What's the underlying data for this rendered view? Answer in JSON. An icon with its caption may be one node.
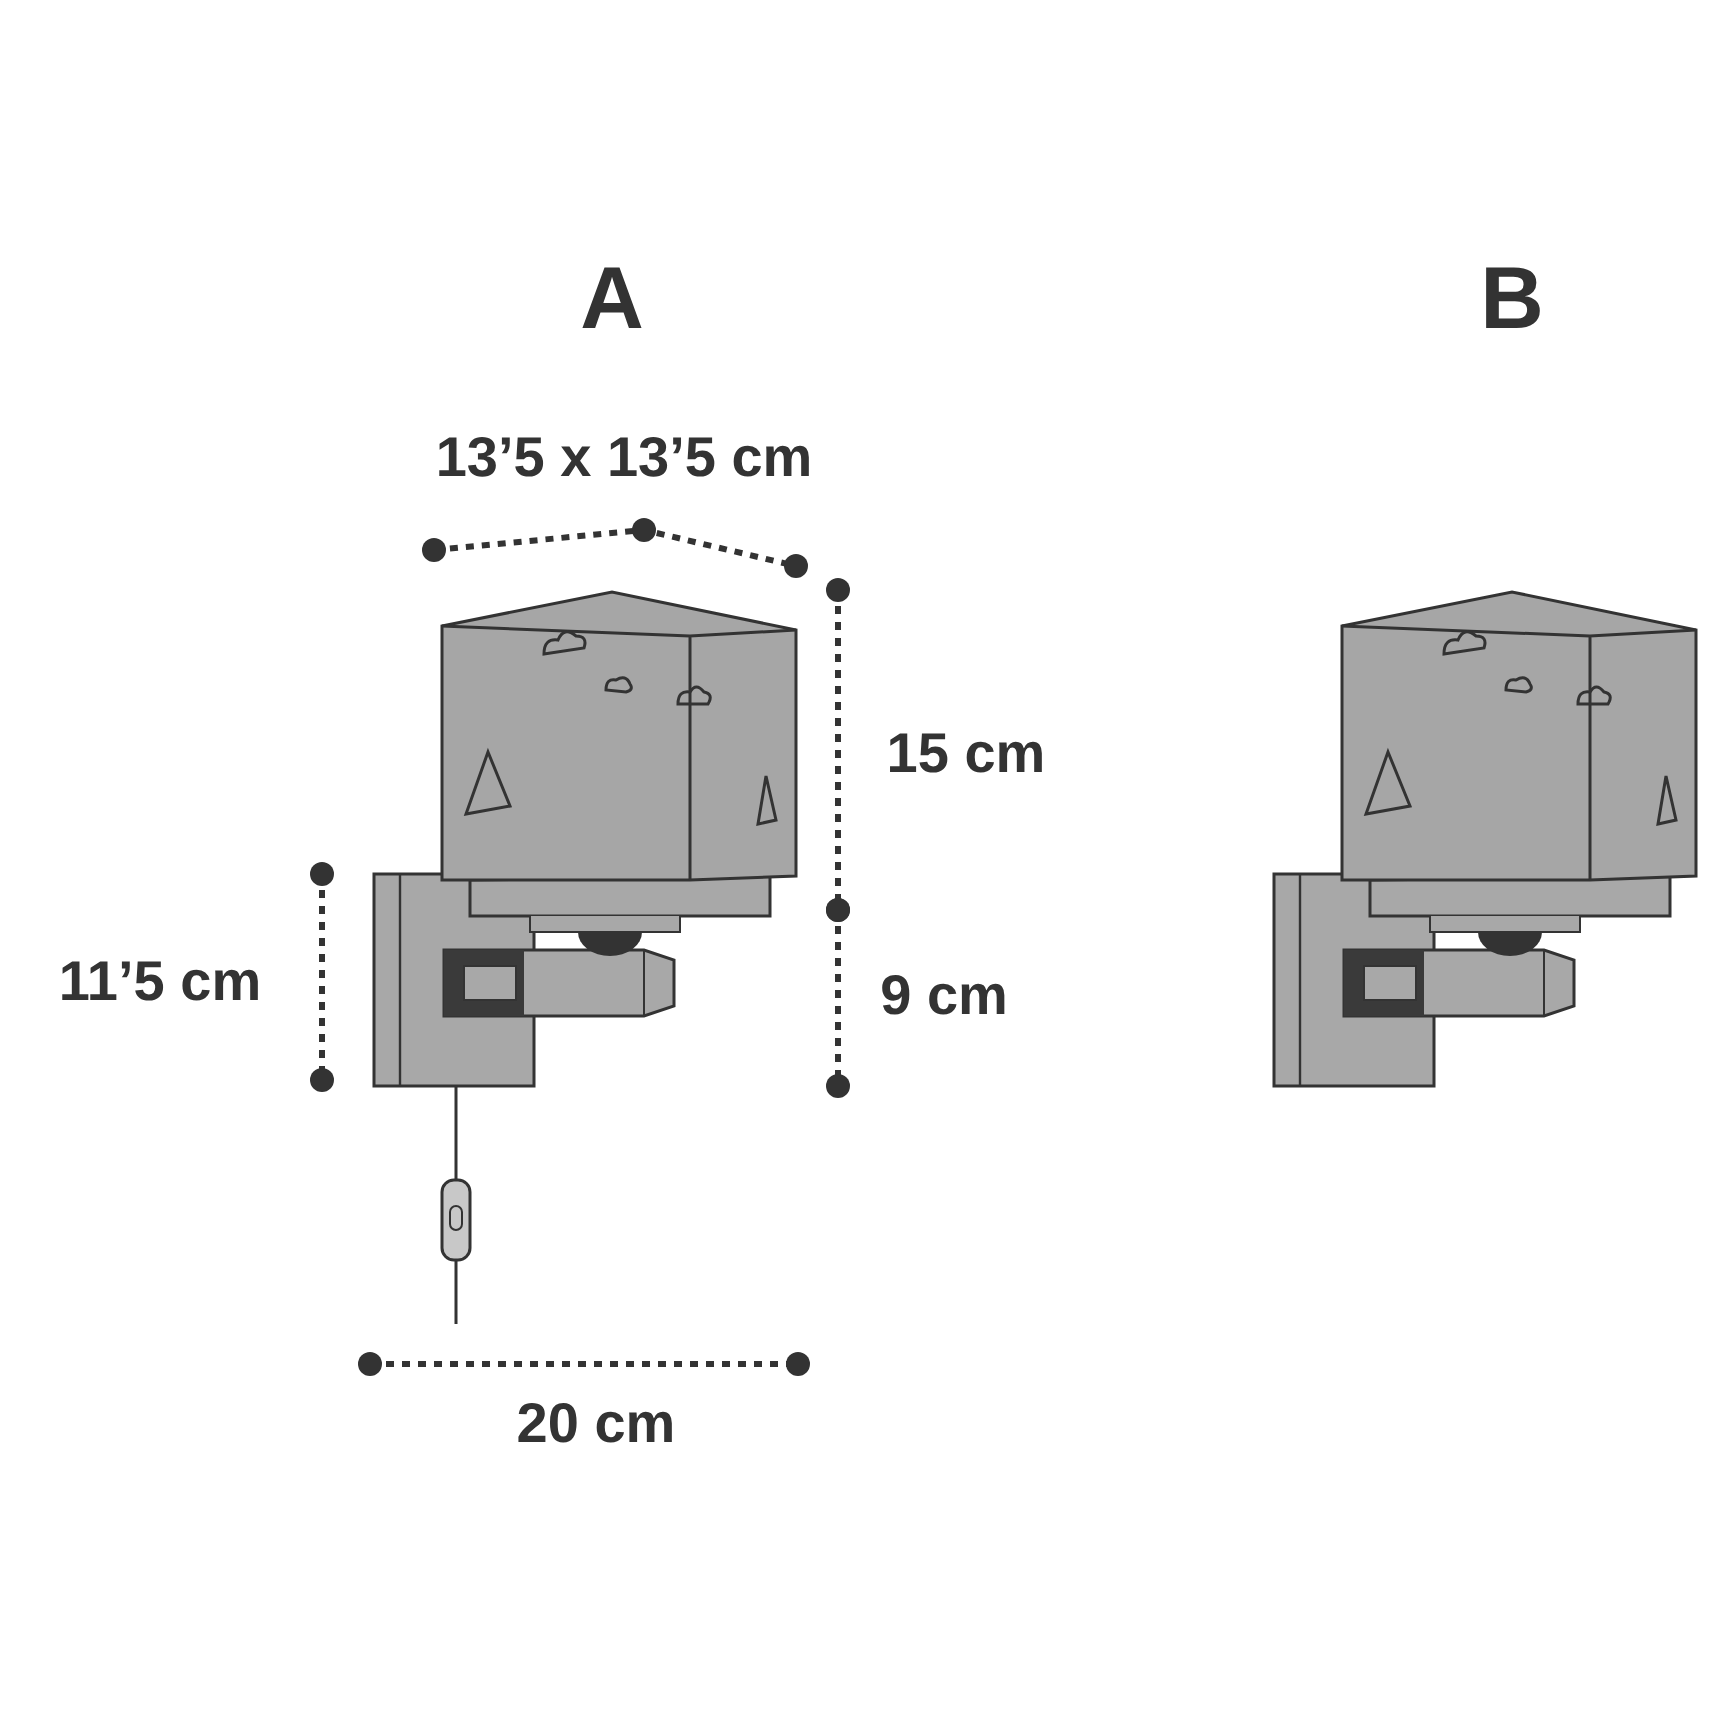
{
  "diagram": {
    "labels": [
      "A",
      "B",
      "13’5 x 13’5 cm",
      "15 cm",
      "11’5 cm",
      "9 cm",
      "20 cm"
    ]
  }
}
